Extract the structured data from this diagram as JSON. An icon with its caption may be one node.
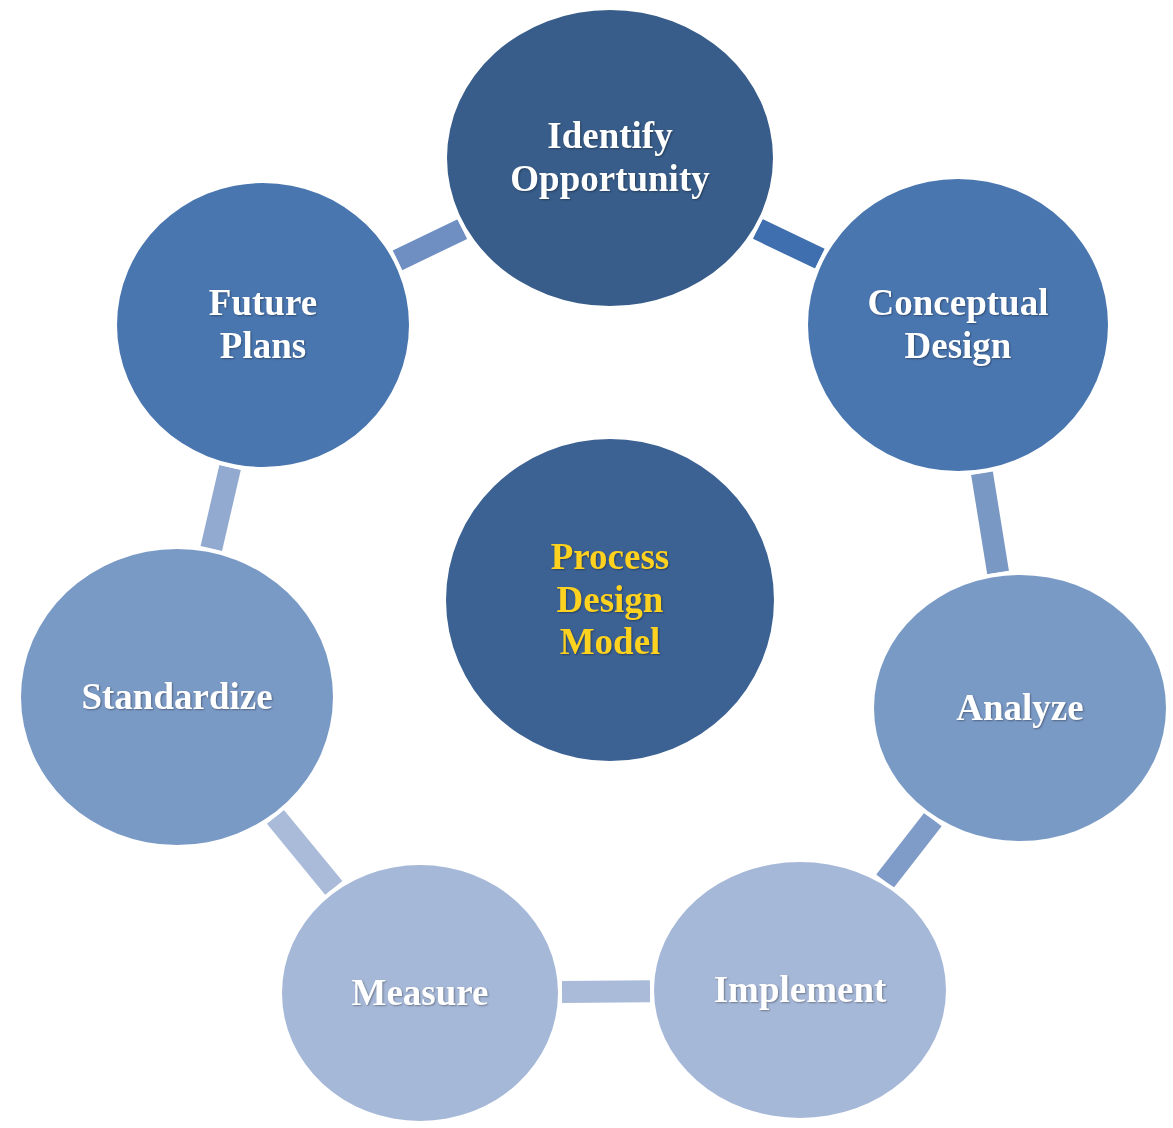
{
  "diagram": {
    "nodes": [
      {
        "text": [
          "Process Design Model"
        ]
      },
      {
        "text": [
          "Identify Opportunity"
        ]
      },
      {
        "text": [
          "Conceptual Design"
        ]
      },
      {
        "text": [
          "Analyze"
        ]
      },
      {
        "text": [
          "Implement"
        ]
      },
      {
        "text": [
          "Measure"
        ]
      },
      {
        "text": [
          "Standardize"
        ]
      },
      {
        "text": [
          "Future Plans"
        ]
      }
    ],
    "edges": [
      {
        "from": 1,
        "to": 2,
        "arrow": "none",
        "color": "#3f6fae"
      },
      {
        "from": 2,
        "to": 3,
        "arrow": "none",
        "color": "#7a98c4"
      },
      {
        "from": 3,
        "to": 4,
        "arrow": "none",
        "color": "#7f9bc8"
      },
      {
        "from": 4,
        "to": 5,
        "arrow": "none",
        "color": "#a9bbd9"
      },
      {
        "from": 5,
        "to": 6,
        "arrow": "none",
        "color": "#a9bbd9"
      },
      {
        "from": 6,
        "to": 7,
        "arrow": "none",
        "color": "#93aad0"
      },
      {
        "from": 7,
        "to": 1,
        "arrow": "none",
        "color": "#6f8fc3"
      }
    ]
  }
}
